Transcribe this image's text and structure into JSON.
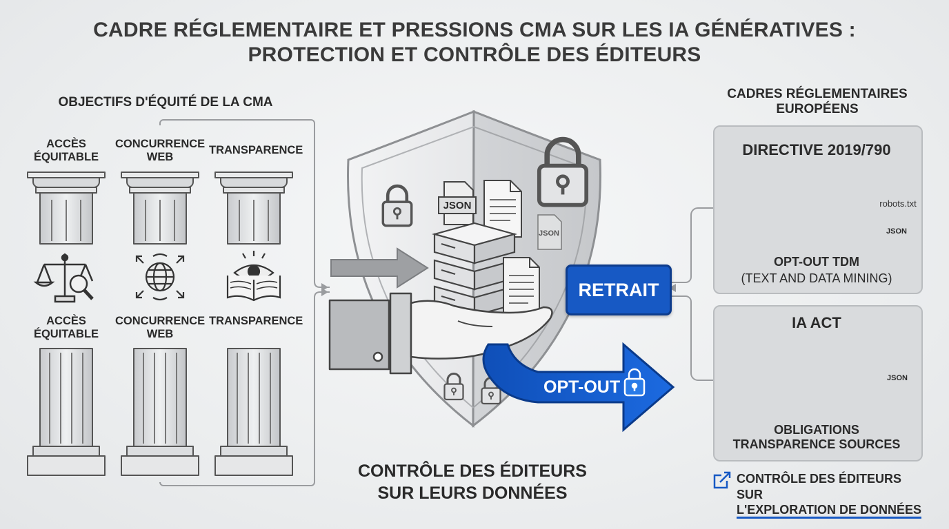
{
  "title": {
    "line1": "CADRE RÉGLEMENTAIRE ET PRESSIONS CMA SUR LES IA GÉNÉRATIVES :",
    "line2": "PROTECTION ET CONTRÔLE DES ÉDITEURS"
  },
  "left_panel": {
    "heading": "OBJECTIFS D'ÉQUITÉ DE LA CMA",
    "pillars": [
      {
        "top_label": "ACCÈS\nÉQUITABLE",
        "mid_label": "ACCÈS\nÉQUITABLE",
        "icon": "scales-magnifier-icon"
      },
      {
        "top_label": "CONCURRENCE\nWEB",
        "mid_label": "CONCURRENCE\nWEB",
        "icon": "globe-arrows-icon"
      },
      {
        "top_label": "TRANSPARENCE",
        "mid_label": "TRANSPARENCE",
        "icon": "eye-book-icon"
      }
    ]
  },
  "center": {
    "json_tag": "JSON",
    "retrait": "RETRAIT",
    "optout": "OPT-OUT",
    "control_label": "CONTRÔLE DES ÉDITEURS\nSUR LEURS DONNÉES"
  },
  "right_panel": {
    "heading": "CADRES RÉGLEMENTAIRES\nEUROPÉENS",
    "directive": {
      "title": "DIRECTIVE 2019/790",
      "robots": "robots.txt",
      "json": "JSON",
      "line1": "OPT-OUT TDM",
      "line2": "(TEXT AND DATA MINING)"
    },
    "iaact": {
      "title": "IA ACT",
      "json": "JSON",
      "text": "OBLIGATIONS\nTRANSPARENCE SOURCES"
    },
    "link": {
      "line1": "CONTRÔLE DES ÉDITEURS SUR",
      "line2": "L'EXPLORATION DE DONNÉES"
    }
  },
  "colors": {
    "accent_blue": "#1759c4",
    "dark_blue": "#0e3c8c",
    "text": "#2a2a2a",
    "card_bg": "#d9dbdd"
  }
}
